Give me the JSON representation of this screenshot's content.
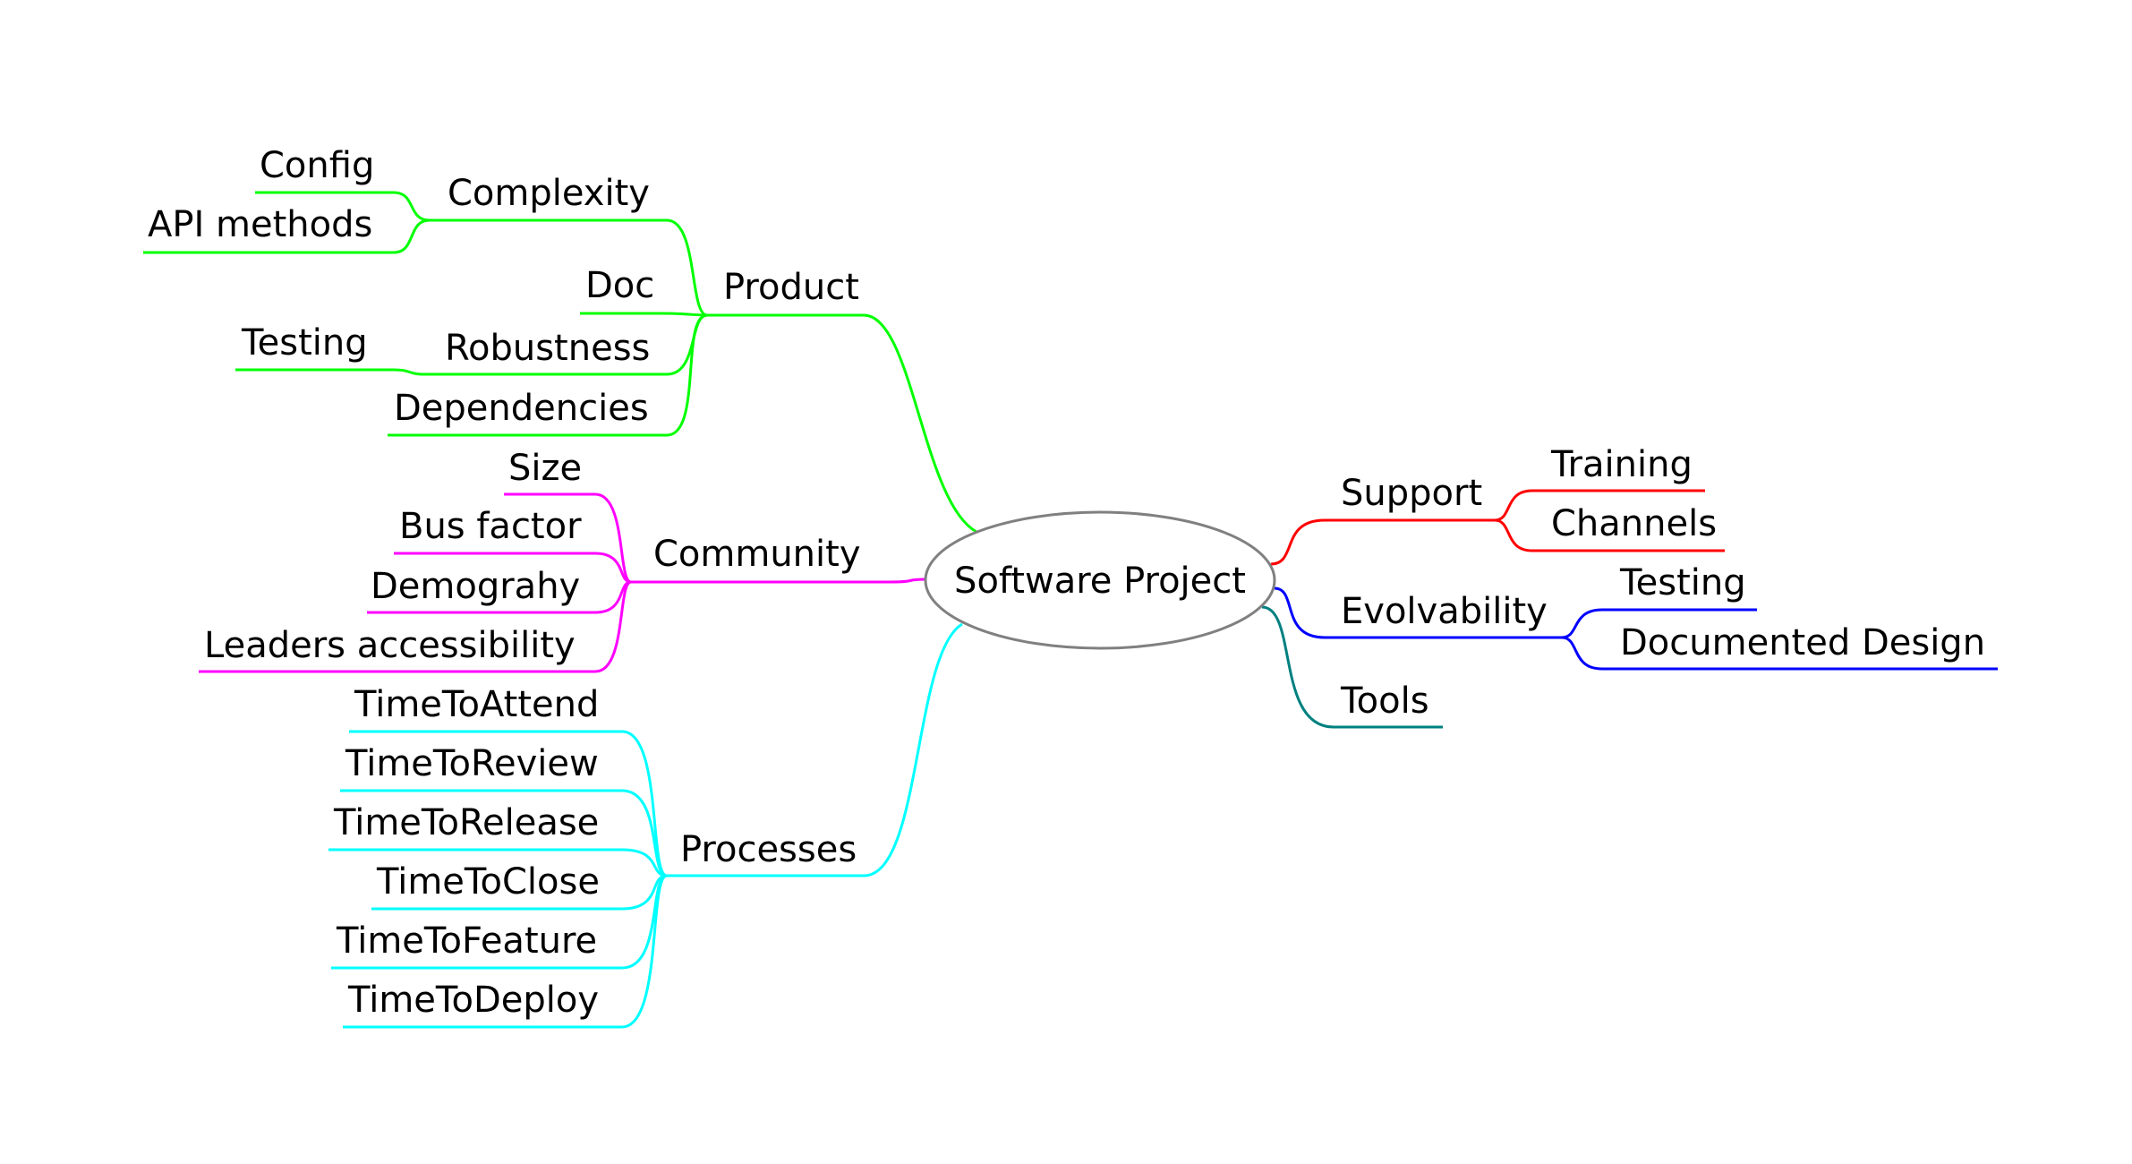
{
  "colors": {
    "product": "#00ff00",
    "community": "#ff00ff",
    "processes": "#00ffff",
    "support": "#ff0000",
    "evolvability": "#0000ff",
    "tools": "#008080",
    "center_border": "#808080",
    "text": "#000000"
  },
  "center": {
    "label": "Software Project"
  },
  "branches": {
    "product": {
      "label": "Product",
      "children": {
        "complexity": {
          "label": "Complexity",
          "children": {
            "config": "Config",
            "api_methods": "API methods"
          }
        },
        "doc": {
          "label": "Doc"
        },
        "robustness": {
          "label": "Robustness",
          "children": {
            "testing": "Testing"
          }
        },
        "dependencies": {
          "label": "Dependencies"
        }
      }
    },
    "community": {
      "label": "Community",
      "children": {
        "size": "Size",
        "bus_factor": "Bus factor",
        "demograhy": "Demograhy",
        "leaders_accessibility": "Leaders accessibility"
      }
    },
    "processes": {
      "label": "Processes",
      "children": {
        "time_to_attend": "TimeToAttend",
        "time_to_review": "TimeToReview",
        "time_to_release": "TimeToRelease",
        "time_to_close": "TimeToClose",
        "time_to_feature": "TimeToFeature",
        "time_to_deploy": "TimeToDeploy"
      }
    },
    "support": {
      "label": "Support",
      "children": {
        "training": "Training",
        "channels": "Channels"
      }
    },
    "evolvability": {
      "label": "Evolvability",
      "children": {
        "testing": "Testing",
        "documented_design": "Documented Design"
      }
    },
    "tools": {
      "label": "Tools"
    }
  }
}
